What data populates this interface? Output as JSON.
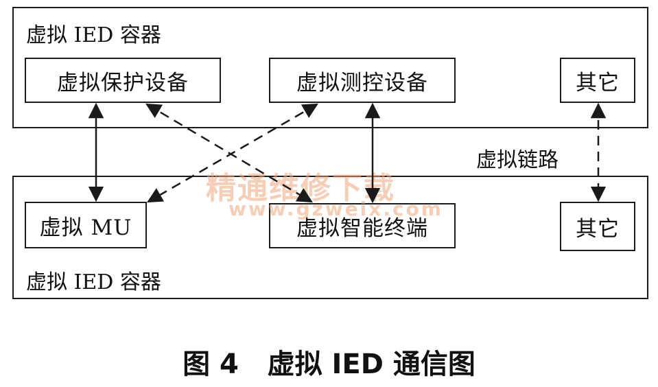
{
  "top_container": {
    "title": "虚拟 IED 容器",
    "nodes": {
      "protection": "虚拟保护设备",
      "measure_control": "虚拟测控设备",
      "other": "其它"
    }
  },
  "bottom_container": {
    "title": "虚拟 IED 容器",
    "nodes": {
      "mu": "虚拟 MU",
      "smart_terminal": "虚拟智能终端",
      "other": "其它"
    }
  },
  "link_label": "虚拟链路",
  "watermark": {
    "text": "精通维修下载",
    "url": "www.gzweix.com"
  },
  "caption": "图 4   虚拟 IED 通信图",
  "colors": {
    "line": "#1a1a1a",
    "watermark": "#f2a77a"
  }
}
